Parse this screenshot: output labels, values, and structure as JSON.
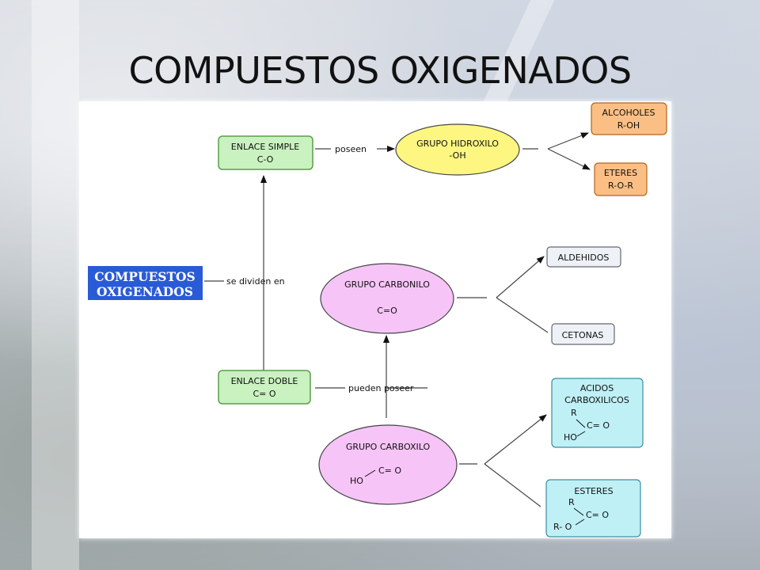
{
  "slide": {
    "title": "COMPUESTOS OXIGENADOS"
  },
  "colors": {
    "green_box": "#c9f2c0",
    "orange_box": "#fbbf85",
    "light_box": "#eef2f7",
    "cyan_box": "#bff0f6",
    "yellow_ellipse": "#fdf680",
    "pink_ellipse": "#f7c4f7",
    "blue_root": "#2a5bd6"
  },
  "diagram": {
    "root": {
      "line1": "COMPUESTOS",
      "line2": "OXIGENADOS"
    },
    "root_link": "se dividen en",
    "enlace_simple": {
      "line1": "ENLACE SIMPLE",
      "line2": "C-O"
    },
    "enlace_doble": {
      "line1": "ENLACE DOBLE",
      "line2": "C= O"
    },
    "link_poseen": "poseen",
    "link_pueden_poseer": "pueden poseer",
    "grupo_hidroxilo": {
      "line1": "GRUPO HIDROXILO",
      "line2": "-OH"
    },
    "grupo_carbonilo": {
      "line1": "GRUPO CARBONILO",
      "line2": "C=O"
    },
    "grupo_carboxilo": {
      "line1": "GRUPO CARBOXILO",
      "formula_top": "C= O",
      "formula_bottom": "HO"
    },
    "alcoholes": {
      "line1": "ALCOHOLES",
      "line2": "R-OH"
    },
    "eteres": {
      "line1": "ETERES",
      "line2": "R-O-R"
    },
    "aldehidos": {
      "label": "ALDEHIDOS"
    },
    "cetonas": {
      "label": "CETONAS"
    },
    "acidos": {
      "line1": "ACIDOS",
      "line2": "CARBOXILICOS",
      "r": "R",
      "co": "C= O",
      "ho": "HO"
    },
    "esteres": {
      "line1": "ESTERES",
      "r": "R",
      "co": "C= O",
      "ro": "R- O"
    }
  }
}
